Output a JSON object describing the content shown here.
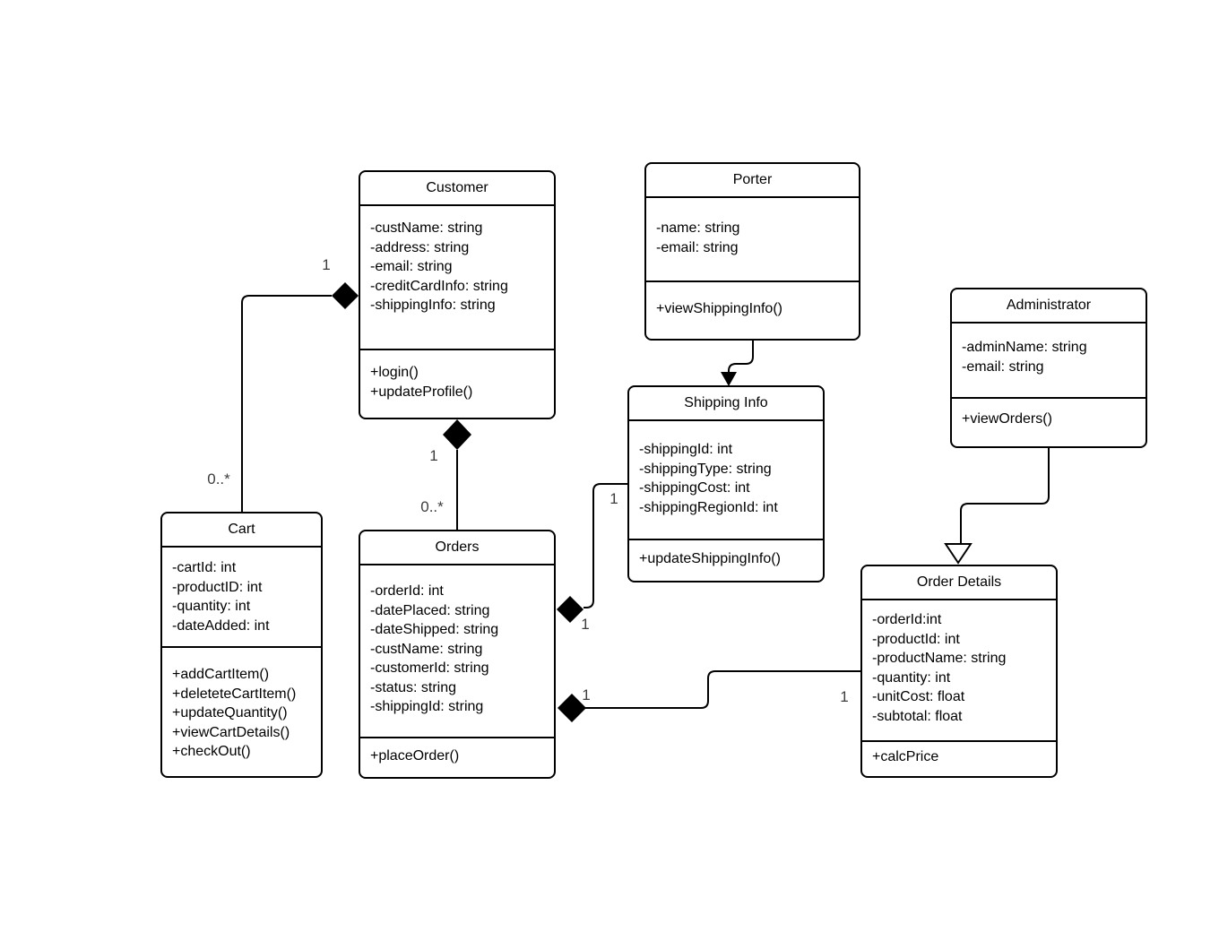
{
  "diagram": {
    "type": "uml-class-diagram",
    "background_color": "#ffffff",
    "stroke_color": "#000000",
    "classes": {
      "customer": {
        "name": "Customer",
        "attributes": [
          "-custName: string",
          "-address: string",
          "-email: string",
          "-creditCardInfo: string",
          "-shippingInfo: string"
        ],
        "methods": [
          "+login()",
          "+updateProfile()"
        ]
      },
      "porter": {
        "name": "Porter",
        "attributes": [
          "-name: string",
          "-email: string"
        ],
        "methods": [
          "+viewShippingInfo()"
        ]
      },
      "administrator": {
        "name": "Administrator",
        "attributes": [
          "-adminName: string",
          "-email: string"
        ],
        "methods": [
          "+viewOrders()"
        ]
      },
      "shipping_info": {
        "name": "Shipping Info",
        "attributes": [
          "-shippingId: int",
          "-shippingType: string",
          "-shippingCost: int",
          "-shippingRegionId: int"
        ],
        "methods": [
          "+updateShippingInfo()"
        ]
      },
      "cart": {
        "name": "Cart",
        "attributes": [
          "-cartId: int",
          "-productID: int",
          "-quantity: int",
          "-dateAdded: int"
        ],
        "methods": [
          "+addCartItem()",
          "+deleteteCartItem()",
          "+updateQuantity()",
          "+viewCartDetails()",
          "+checkOut()"
        ]
      },
      "orders": {
        "name": "Orders",
        "attributes": [
          "-orderId: int",
          "-datePlaced: string",
          "-dateShipped: string",
          "-custName: string",
          "-customerId: string",
          "-status: string",
          "-shippingId: string"
        ],
        "methods": [
          "+placeOrder()"
        ]
      },
      "order_details": {
        "name": "Order Details",
        "attributes": [
          "-orderId:int",
          "-productId: int",
          "-productName: string",
          "-quantity: int",
          "-unitCost: float",
          "-subtotal: float"
        ],
        "methods": [
          "+calcPrice"
        ]
      }
    },
    "relationships": {
      "cart_customer": {
        "type": "composition",
        "from": "Cart",
        "to": "Customer",
        "customer_multiplicity": "1",
        "cart_multiplicity": "0..*"
      },
      "customer_orders": {
        "type": "composition",
        "from": "Orders",
        "to": "Customer",
        "customer_multiplicity": "1",
        "orders_multiplicity": "0..*"
      },
      "porter_shipping_info": {
        "type": "directed-association",
        "from": "Porter",
        "to": "Shipping Info"
      },
      "shipping_info_orders": {
        "type": "composition",
        "from": "Shipping Info",
        "to": "Orders",
        "shipping_info_multiplicity": "1",
        "orders_multiplicity": "1"
      },
      "orders_order_details": {
        "type": "composition",
        "from": "Order Details",
        "to": "Orders",
        "orders_multiplicity": "1",
        "order_details_multiplicity": "1"
      },
      "administrator_order_details": {
        "type": "generalization",
        "from": "Administrator",
        "to": "Order Details"
      }
    }
  }
}
